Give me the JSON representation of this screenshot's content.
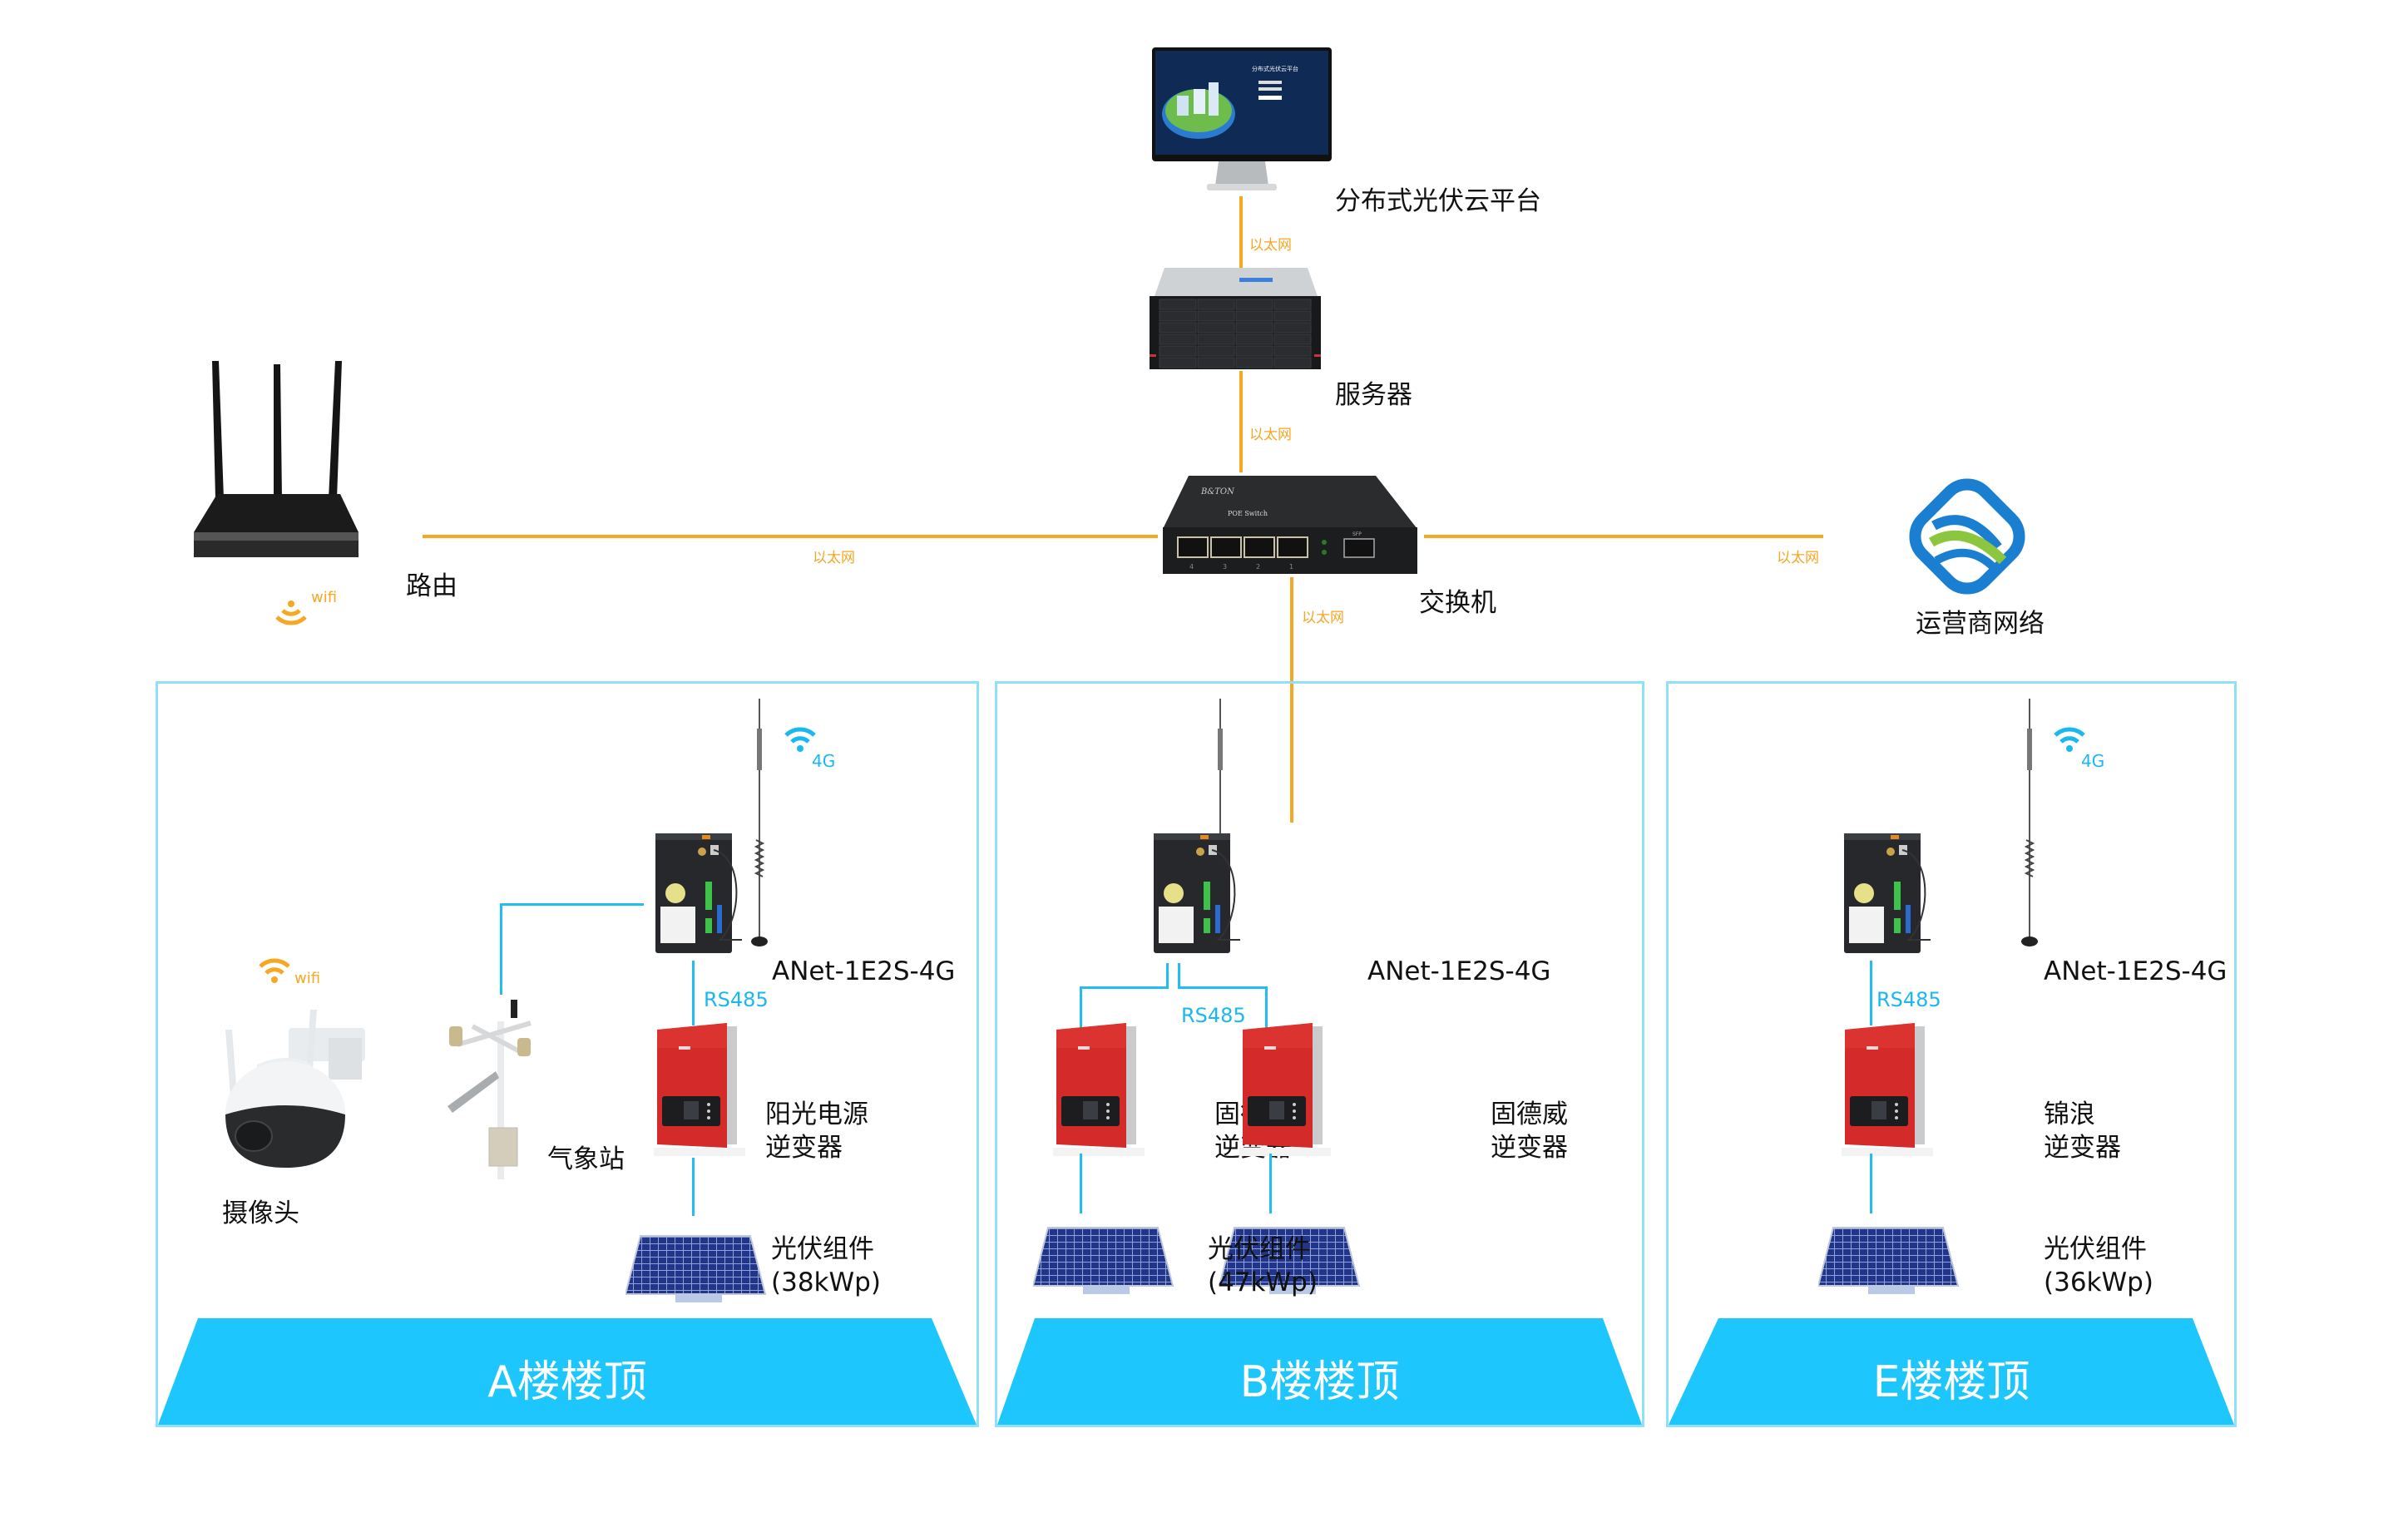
{
  "top": {
    "cloud_platform": {
      "label": "分布式光伏云平台",
      "screen_title": "分布式光伏云平台"
    },
    "server": {
      "label": "服务器"
    },
    "switch": {
      "label": "交换机",
      "brand": "B&TON",
      "subtitle": "POE Switch",
      "ports": [
        "4",
        "3",
        "2",
        "1"
      ],
      "sfp_label": "SFP"
    },
    "router": {
      "label": "路由",
      "wifi_label": "wifi"
    },
    "operator": {
      "label": "运营商网络"
    }
  },
  "links": {
    "ethernet_label": "以太网",
    "colors": {
      "ethernet": "#f7a823",
      "rs485": "#22bdf2",
      "panel_border": "#8ee0fb",
      "roof": "#1ec6fe"
    }
  },
  "buildings": [
    {
      "roof_label": "A楼楼顶",
      "gateway": {
        "label": "ANet-1E2S-4G",
        "signal_label": "4G"
      },
      "bus_label": "RS485",
      "camera": {
        "label": "摄像头",
        "wifi_label": "wifi"
      },
      "weather_station": {
        "label": "气象站"
      },
      "inverters": [
        {
          "label_line1": "阳光电源",
          "label_line2": "逆变器"
        }
      ],
      "pv": {
        "label_line1": "光伏组件",
        "label_line2": "(38kWp)"
      }
    },
    {
      "roof_label": "B楼楼顶",
      "gateway": {
        "label": "ANet-1E2S-4G"
      },
      "bus_label": "RS485",
      "inverters": [
        {
          "label_line1": "固德威",
          "label_line2": "逆变器"
        },
        {
          "label_line1": "固德威",
          "label_line2": "逆变器"
        }
      ],
      "pv": {
        "label_line1": "光伏组件",
        "label_line2": "(47kWp)"
      }
    },
    {
      "roof_label": "E楼楼顶",
      "gateway": {
        "label": "ANet-1E2S-4G",
        "signal_label": "4G"
      },
      "bus_label": "RS485",
      "inverters": [
        {
          "label_line1": "锦浪",
          "label_line2": "逆变器"
        }
      ],
      "pv": {
        "label_line1": "光伏组件",
        "label_line2": "(36kWp)"
      }
    }
  ]
}
